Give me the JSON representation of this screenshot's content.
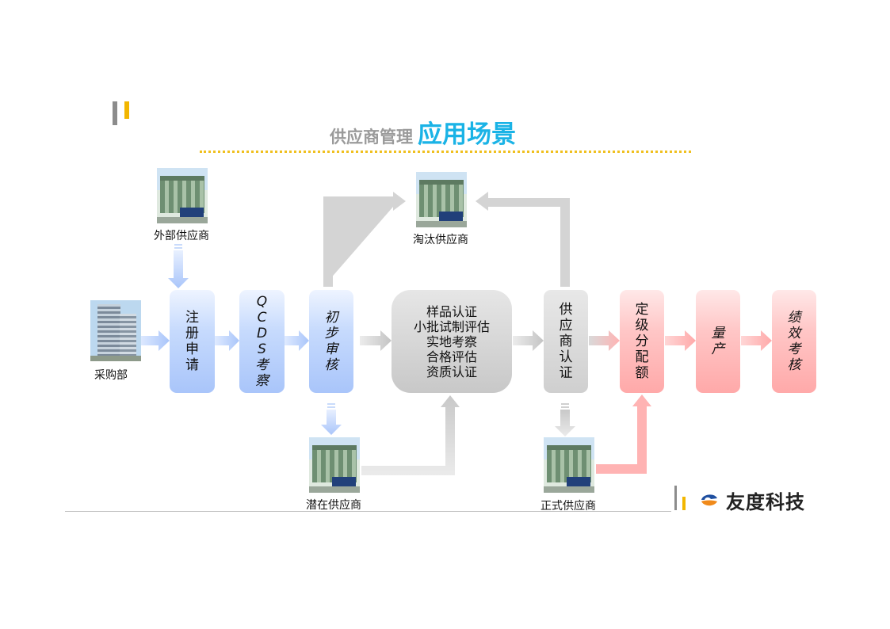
{
  "title": {
    "prefix": "供应商管理",
    "main": "应用场景",
    "prefix_color": "#9a9a9a",
    "main_color": "#1ab3e6",
    "accent_color": "#f2b600"
  },
  "sources": {
    "procurement": "采购部",
    "external_supplier": "外部供应商",
    "eliminated_supplier": "淘汰供应商",
    "potential_supplier": "潜在供应商",
    "formal_supplier": "正式供应商"
  },
  "steps": {
    "register": "注册申请",
    "qcds": "QCDS考察",
    "preliminary": "初步审核",
    "central": [
      "样品认证",
      "小批试制评估",
      "实地考察",
      "合格评估",
      "资质认证"
    ],
    "certify": "供应商认证",
    "grading": "定级分配额",
    "mass_production": "量产",
    "performance": "绩效考核"
  },
  "logo": {
    "text": "友度科技",
    "icon": "company-logo-icon"
  },
  "colors": {
    "blue_step": "#b9d1fb",
    "gray_step": "#cfcfcf",
    "pink_step": "#ffb8b8",
    "blue_arrow": "#b5cdf7",
    "gray_arrow": "#cccccc",
    "pink_arrow": "#ffb3b3"
  }
}
